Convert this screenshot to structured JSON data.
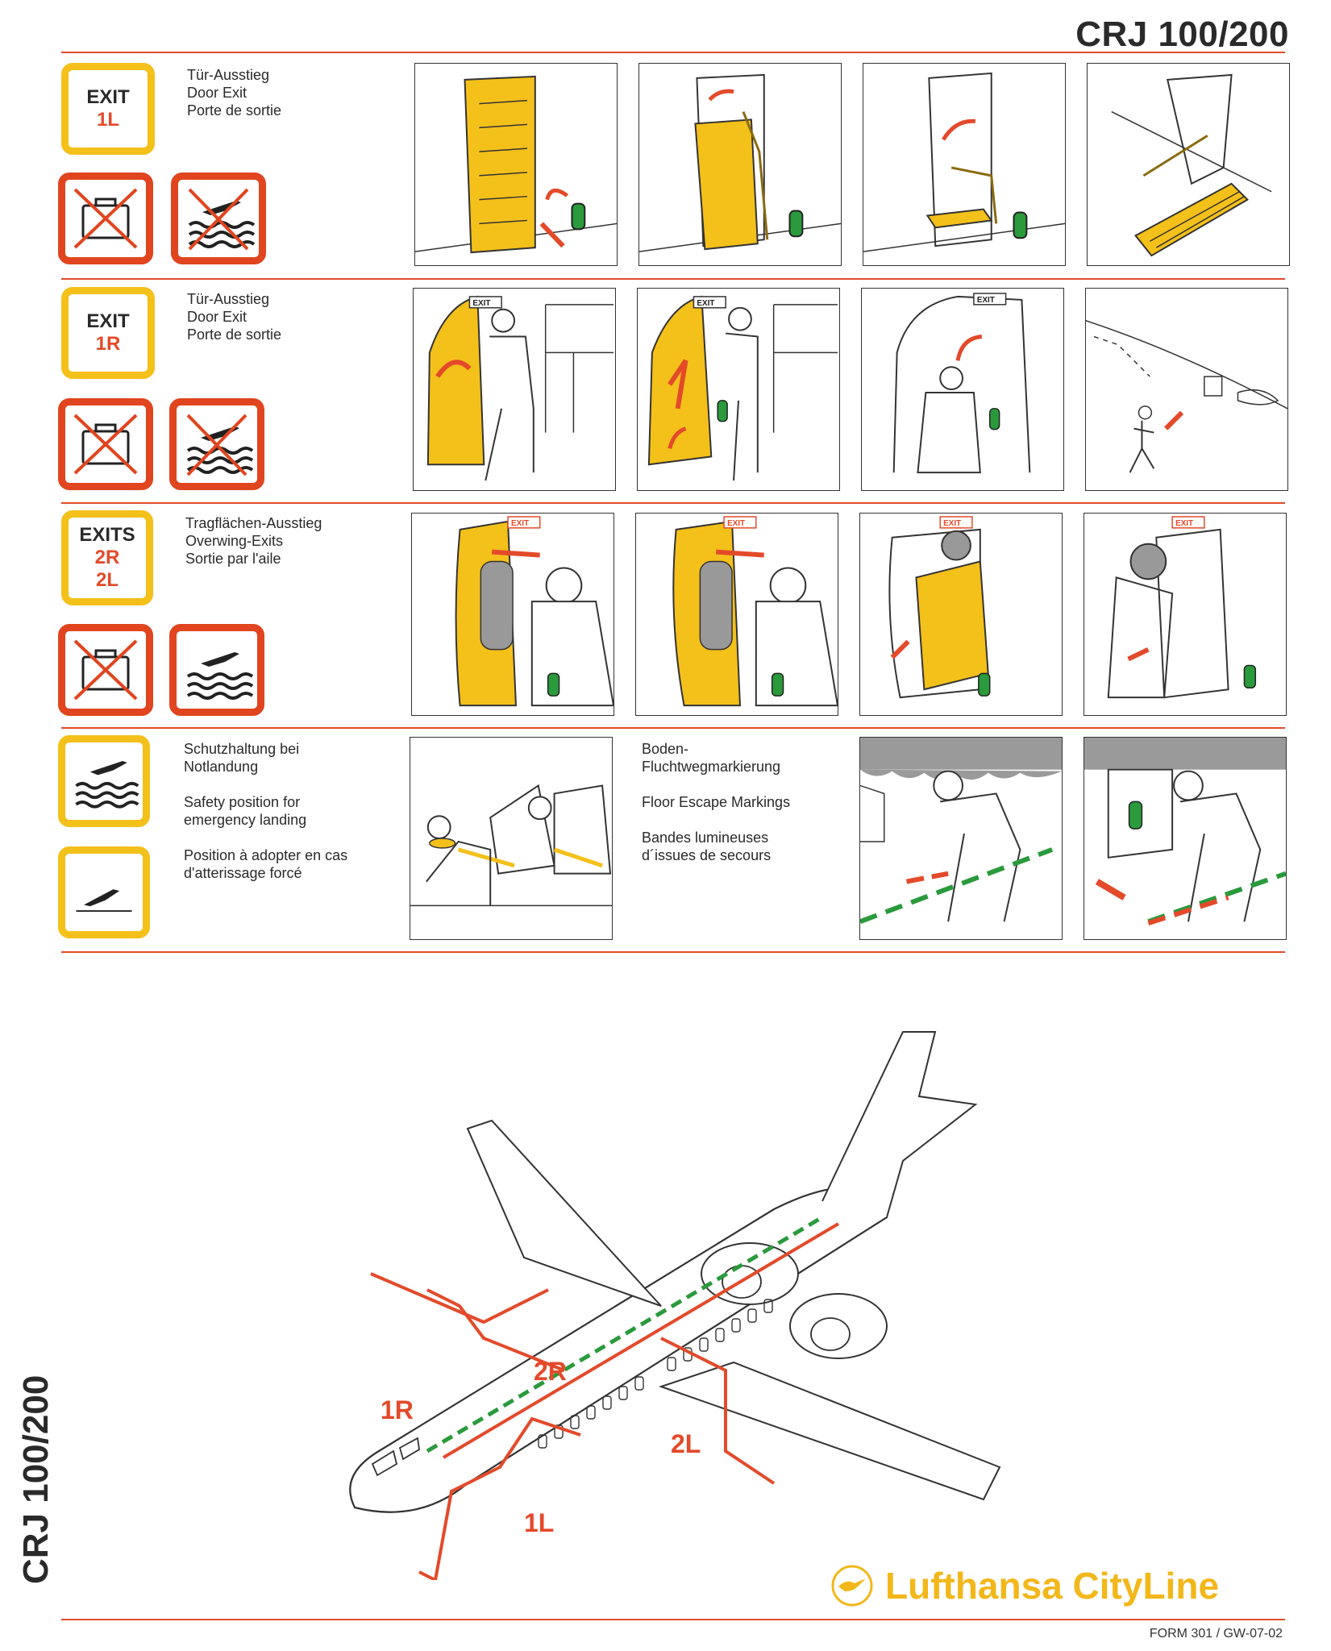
{
  "header": {
    "model": "CRJ 100/200"
  },
  "sections": [
    {
      "badge_line1": "EXIT",
      "badge_line2": "1L",
      "badge_line3": "",
      "labels": [
        "Tür-Ausstieg",
        "Door Exit",
        "Porte de sortie"
      ],
      "panels": [
        "door-1l-step-1",
        "door-1l-step-2",
        "door-1l-step-3",
        "door-1l-step-4"
      ]
    },
    {
      "badge_line1": "EXIT",
      "badge_line2": "1R",
      "badge_line3": "",
      "labels": [
        "Tür-Ausstieg",
        "Door Exit",
        "Porte de sortie"
      ],
      "panels": [
        "door-1r-step-1",
        "door-1r-step-2",
        "door-1r-step-3",
        "door-1r-step-4"
      ]
    },
    {
      "badge_line1": "EXITS",
      "badge_line2": "2R",
      "badge_line3": "2L",
      "labels": [
        "Tragflächen-Ausstieg",
        "Overwing-Exits",
        "Sortie par l'aile"
      ],
      "panels": [
        "overwing-step-1",
        "overwing-step-2",
        "overwing-step-3",
        "overwing-step-4"
      ]
    }
  ],
  "brace": {
    "labels_de": [
      "Schutzhaltung bei",
      "Notlandung"
    ],
    "labels_en": [
      "Safety position for",
      "emergency landing"
    ],
    "labels_fr": [
      "Position à adopter en cas",
      "d'atterissage forcé"
    ]
  },
  "floor": {
    "labels_de": [
      "Boden-",
      "Fluchtwegmarkierung"
    ],
    "labels_en": [
      "Floor Escape Markings"
    ],
    "labels_fr": [
      "Bandes lumineuses",
      "d´issues de secours"
    ]
  },
  "panel_texts": {
    "exit_sign": "EXIT"
  },
  "diagram": {
    "exit_labels": {
      "r2": "2R",
      "r1": "1R",
      "l2": "2L",
      "l1": "1L"
    }
  },
  "footer": {
    "brand": "Lufthansa CityLine",
    "form": "FORM 301 / GW-07-02"
  },
  "colors": {
    "accent_red": "#e34a2a",
    "yellow": "#f4c01a",
    "green": "#2a9a3c",
    "brand_yellow": "#f2b71a"
  },
  "icons": [
    "no-baggage-icon",
    "no-ditching-icon",
    "ditching-icon",
    "crash-landing-icon",
    "lufthansa-crane-logo"
  ]
}
